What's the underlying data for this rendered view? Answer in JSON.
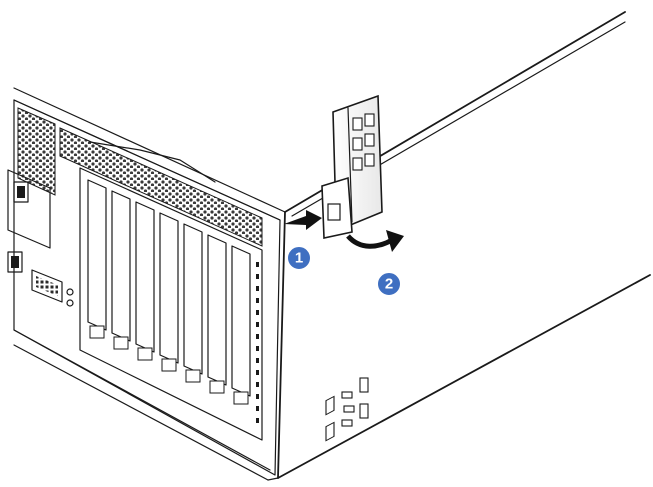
{
  "steps": [
    {
      "label": "1",
      "color": "#3f6fc1",
      "action": "push"
    },
    {
      "label": "2",
      "color": "#3f6fc1",
      "action": "rotate"
    }
  ],
  "colors": {
    "line": "#1a1a1a",
    "vent": "#555555",
    "arrow": "#111111",
    "callout": "#3f6fc1"
  }
}
